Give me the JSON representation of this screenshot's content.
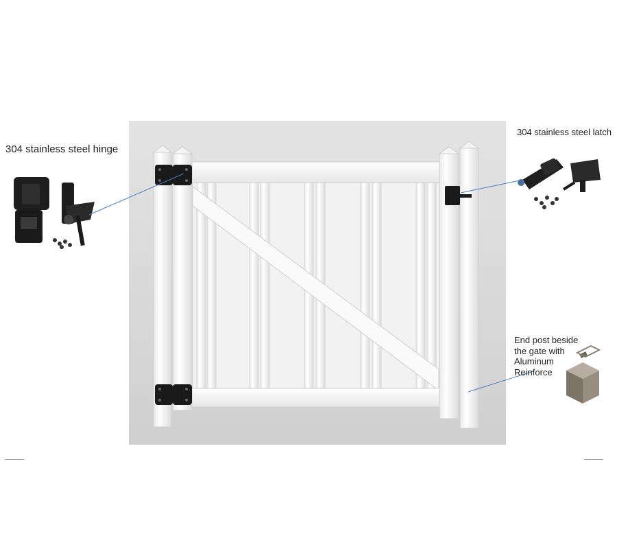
{
  "annotations": {
    "hinge": "304 stainless steel hinge",
    "latch": "304 stainless steel latch",
    "end_post": [
      "End post beside",
      "the gate with",
      "Aluminum",
      "Reinforce"
    ]
  },
  "colors": {
    "vinyl": "#ffffff",
    "hardware": "#1a1a1a",
    "pointer_line": "#4a7fc0",
    "aluminum": "#8a8175"
  }
}
